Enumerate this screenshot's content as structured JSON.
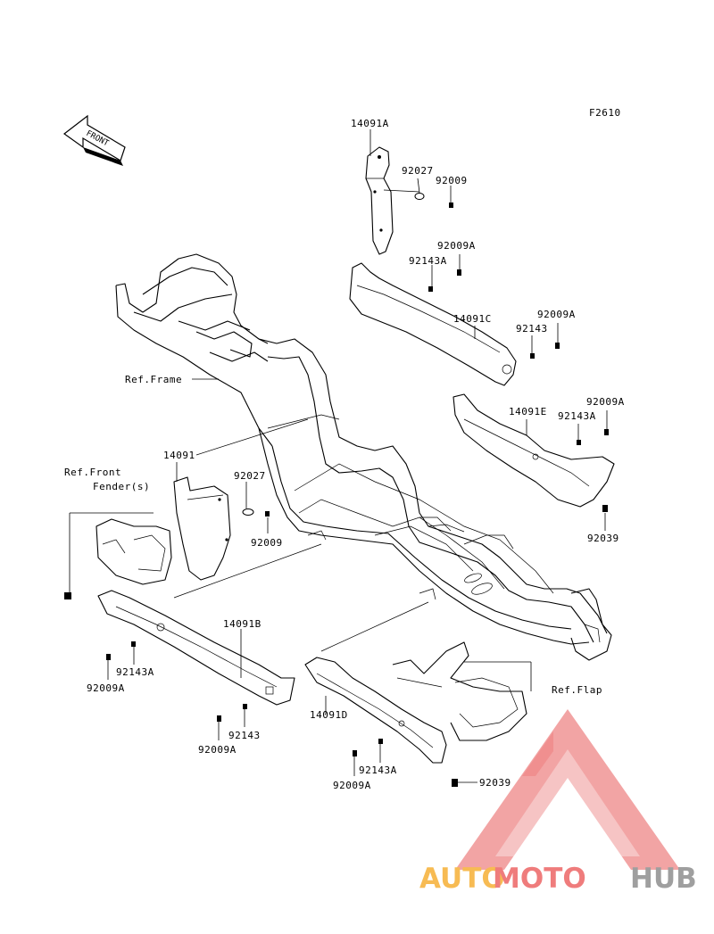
{
  "figure_code": "F2610",
  "front_arrow_label": "FRONT",
  "labels": {
    "p14091A": "14091A",
    "p92027_top": "92027",
    "p92009_top": "92009",
    "p92009A_1": "92009A",
    "p92143A_1": "92143A",
    "p14091C": "14091C",
    "p92009A_2": "92009A",
    "p92143_1": "92143",
    "p92009A_3": "92009A",
    "p14091E": "14091E",
    "p92143A_2": "92143A",
    "p92039_1": "92039",
    "ref_frame": "Ref.Frame",
    "ref_front_fender_1": "Ref.Front",
    "ref_front_fender_2": "Fender(s)",
    "p14091": "14091",
    "p92027_mid": "92027",
    "p92009_mid": "92009",
    "p14091B": "14091B",
    "p92143A_3": "92143A",
    "p92009A_4": "92009A",
    "p92143_2": "92143",
    "p92009A_5": "92009A",
    "p14091D": "14091D",
    "ref_flap": "Ref.Flap",
    "p92143A_4": "92143A",
    "p92009A_6": "92009A",
    "p92039_2": "92039"
  },
  "watermark": {
    "part1": "AUTO",
    "part2": "MOTO",
    "part3": "HUB",
    "color_orange": "#f7b84a",
    "color_red": "#ef7676",
    "color_gray": "#9a9a9a"
  }
}
